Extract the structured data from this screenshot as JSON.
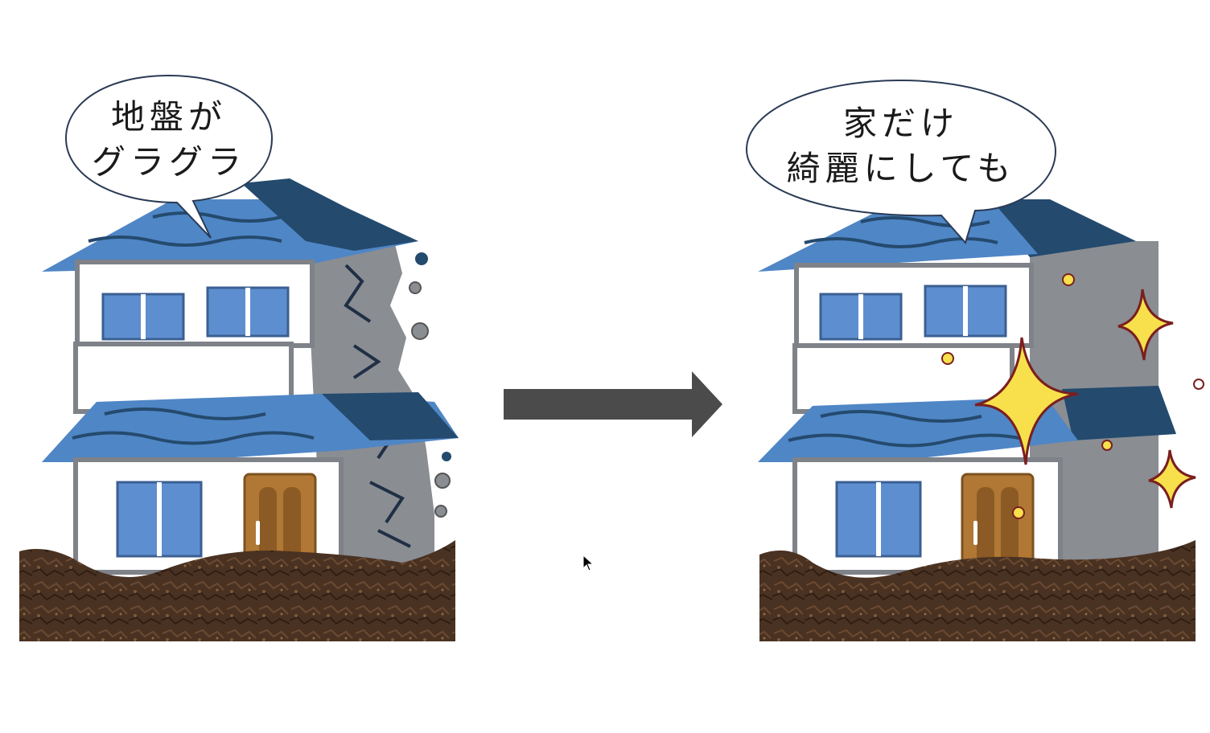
{
  "left_scene": {
    "bubble_lines": [
      "地盤が",
      "グラグラ"
    ]
  },
  "right_scene": {
    "bubble_lines": [
      "家だけ",
      "綺麗にしても"
    ]
  },
  "colors": {
    "roof_blue": "#4f86c6",
    "roof_dark": "#244a6e",
    "wall_white": "#ffffff",
    "wall_gray": "#8a8d92",
    "window_blue": "#5d8fd0",
    "door_brown": "#b07834",
    "soil": "#4a3222",
    "arrow": "#4b4b4b",
    "sparkle": "#f7e04b"
  },
  "icons": [
    "house-collapsing-icon",
    "arrow-right-icon",
    "house-renovated-icon",
    "sparkle-icon",
    "mouse-cursor-icon"
  ]
}
